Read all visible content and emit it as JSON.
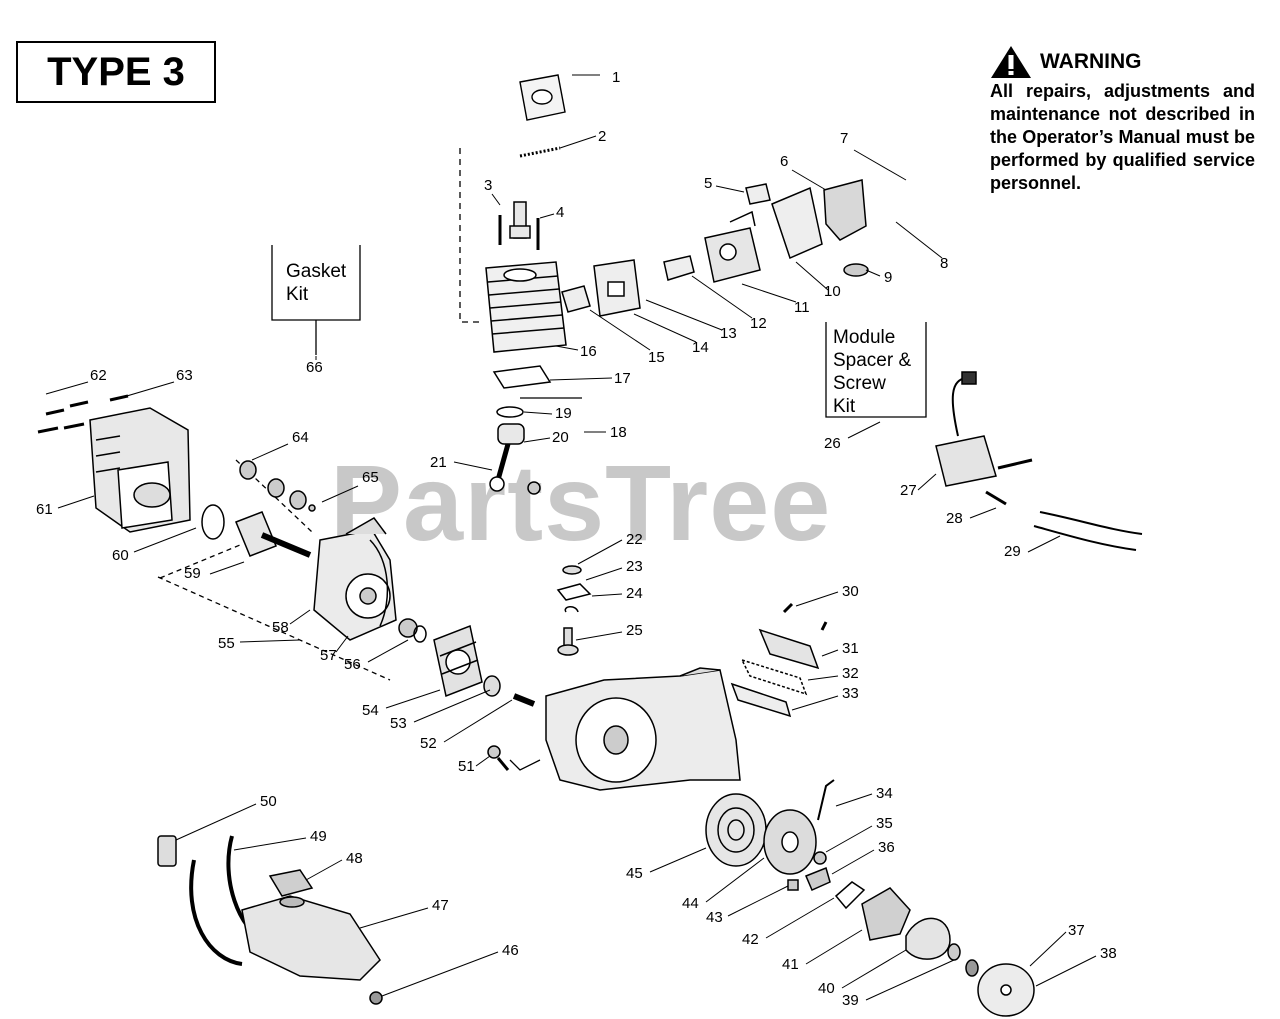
{
  "type_label": "TYPE 3",
  "watermark": "PartsTree",
  "warning": {
    "title": "WARNING",
    "text": "All repairs, adjustments and maintenance not described in the Operator’s Manual must be performed by qualified service personnel."
  },
  "kits": {
    "gasket": "Gasket\nKit",
    "module": "Module\nSpacer &\nScrew\nKit"
  },
  "parts": [
    "1",
    "2",
    "3",
    "4",
    "5",
    "6",
    "7",
    "8",
    "9",
    "10",
    "11",
    "12",
    "13",
    "14",
    "15",
    "16",
    "17",
    "18",
    "19",
    "20",
    "21",
    "22",
    "23",
    "24",
    "25",
    "26",
    "27",
    "28",
    "29",
    "30",
    "31",
    "32",
    "33",
    "34",
    "35",
    "36",
    "37",
    "38",
    "39",
    "40",
    "41",
    "42",
    "43",
    "44",
    "45",
    "46",
    "47",
    "48",
    "49",
    "50",
    "51",
    "52",
    "53",
    "54",
    "55",
    "56",
    "57",
    "58",
    "59",
    "60",
    "61",
    "62",
    "63",
    "64",
    "65",
    "66"
  ]
}
